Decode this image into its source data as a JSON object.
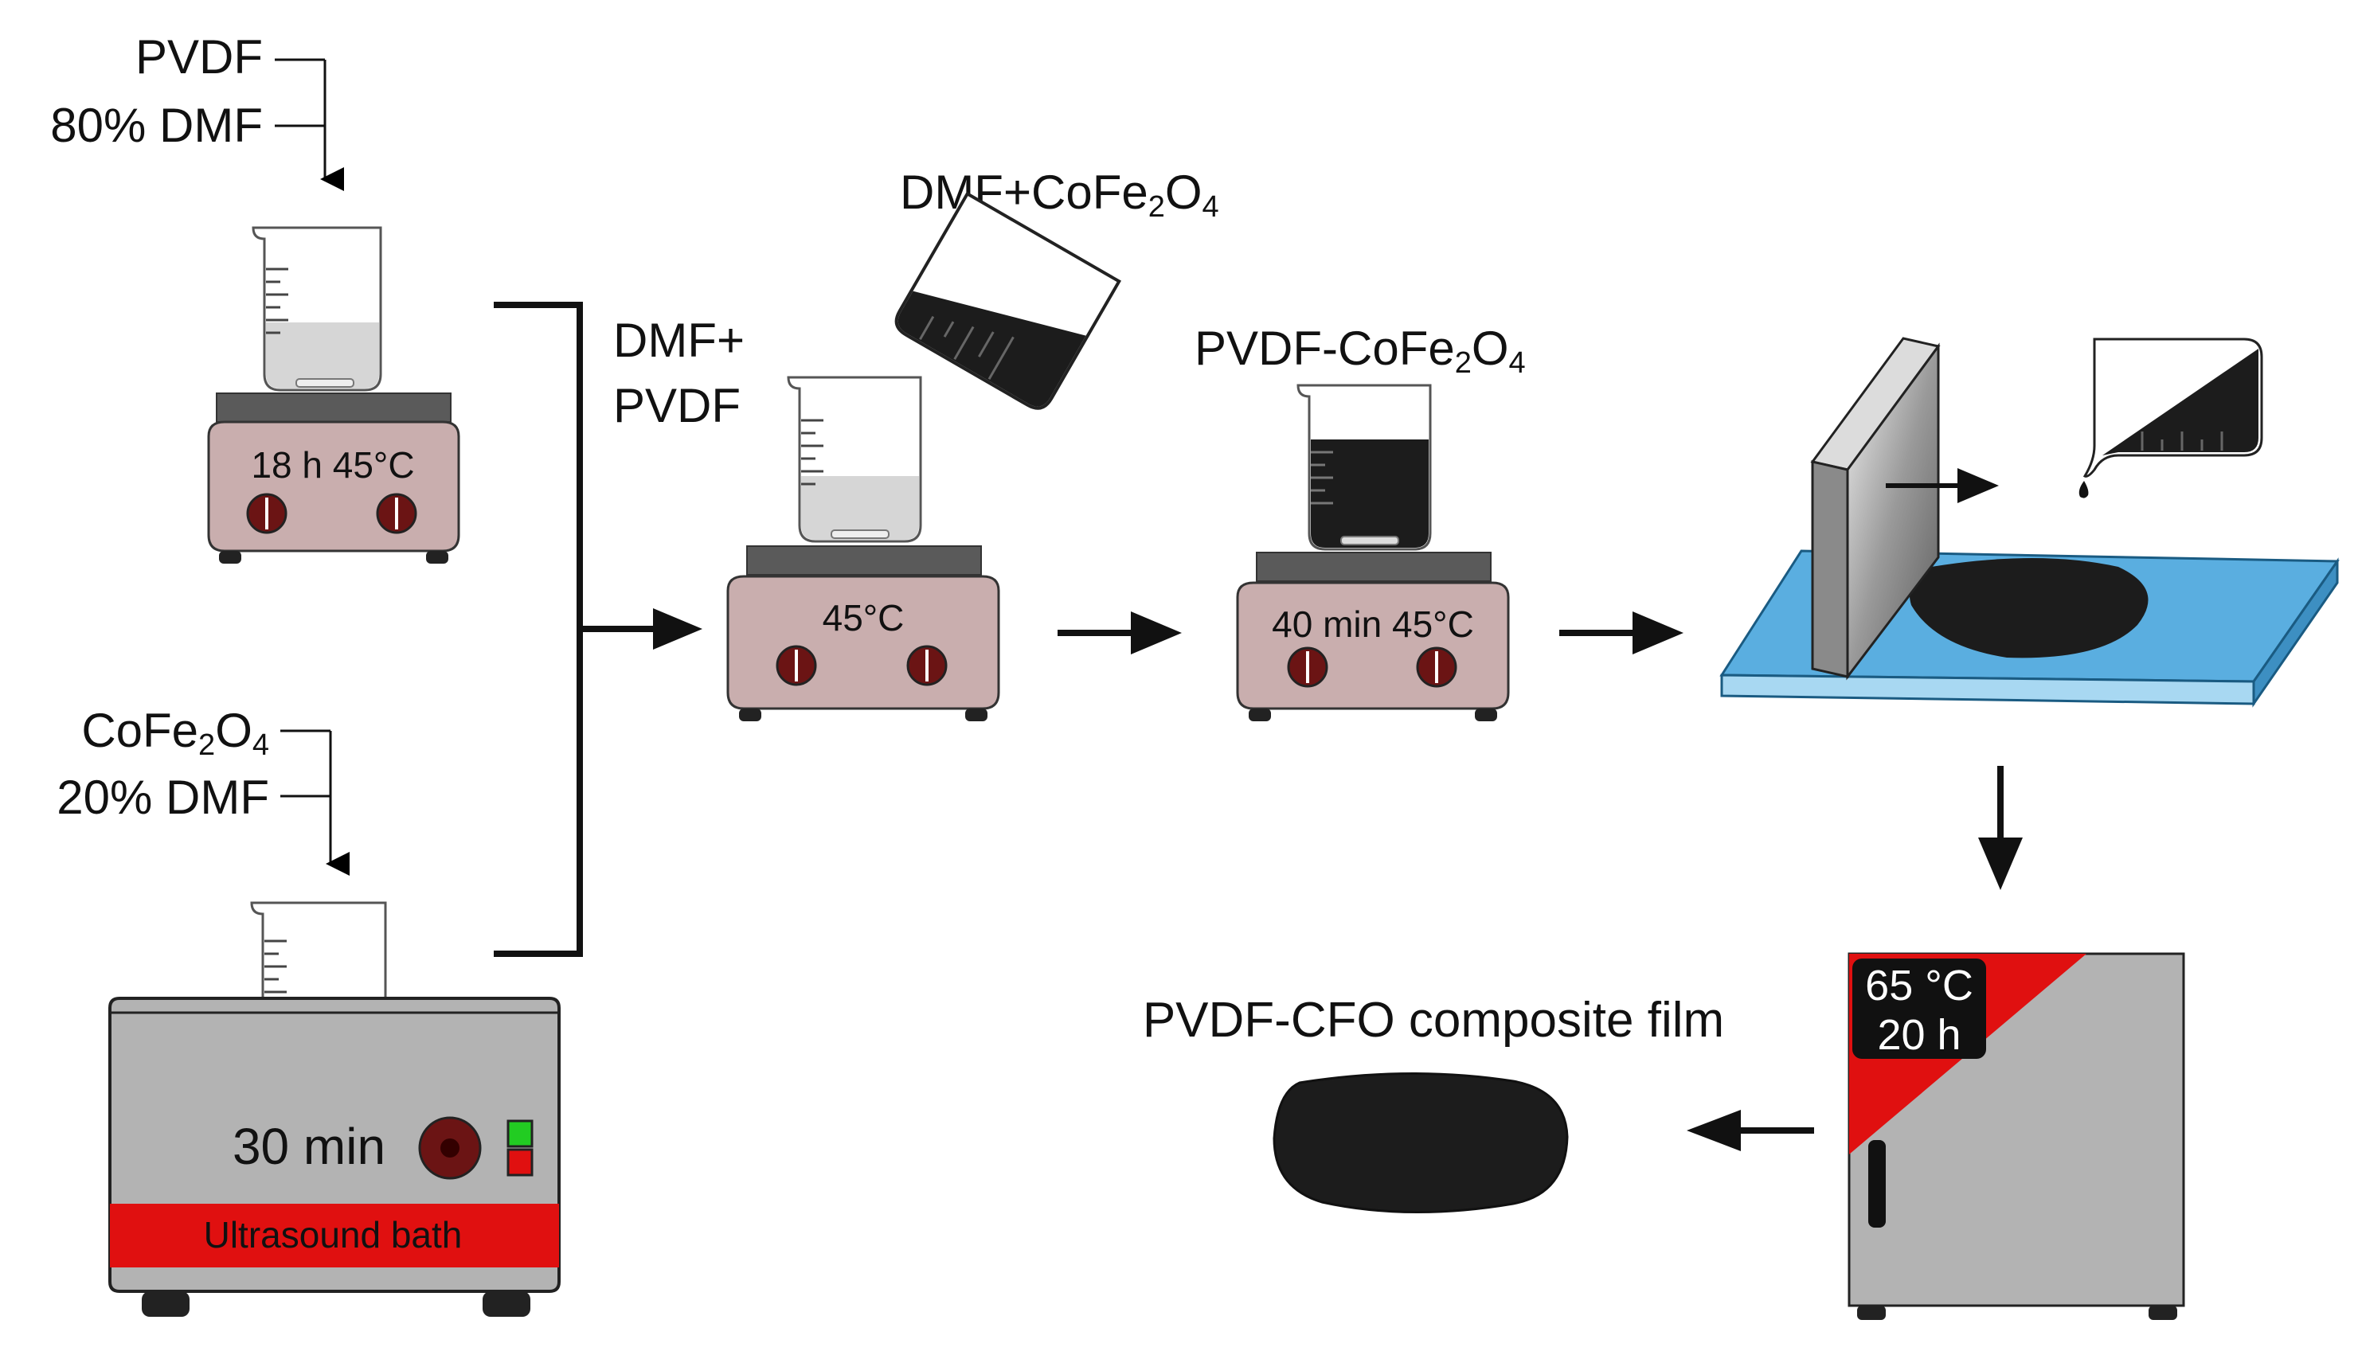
{
  "inputs": {
    "pvdf": {
      "line1": "PVDF",
      "line2": "80% DMF"
    },
    "cfo": {
      "line1_base": "CoFe",
      "line1_sub1": "2",
      "line1_mid": "O",
      "line1_sub2": "4",
      "line2": "20% DMF"
    }
  },
  "step1": {
    "hotplate_label": "18 h 45°C"
  },
  "ultrasound": {
    "time_label": "30 min",
    "bath_label": "Ultrasound bath"
  },
  "step2": {
    "beaker_label_line1": "DMF+",
    "beaker_label_line2": "PVDF",
    "pour_label": {
      "base": "DMF+CoFe",
      "sub1": "2",
      "mid": "O",
      "sub2": "4"
    },
    "hotplate_label": "45°C"
  },
  "step3": {
    "mix_label": {
      "base": "PVDF-CoFe",
      "sub1": "2",
      "mid": "O",
      "sub2": "4"
    },
    "hotplate_label": "40 min 45°C"
  },
  "oven": {
    "temp": "65 °C",
    "time": "20 h"
  },
  "result": {
    "label": "PVDF-CFO composite film"
  },
  "colors": {
    "hotplate_body": "#c9aeae",
    "hotplate_top": "#5a5a5a",
    "knob": "#6b1414",
    "solution_light": "#d6d6d6",
    "solution_dark": "#1c1c1c",
    "glass_substrate": "#5aaee0",
    "device_gray": "#b3b3b3",
    "accent_red": "#e01010",
    "led_green": "#22cc22"
  }
}
